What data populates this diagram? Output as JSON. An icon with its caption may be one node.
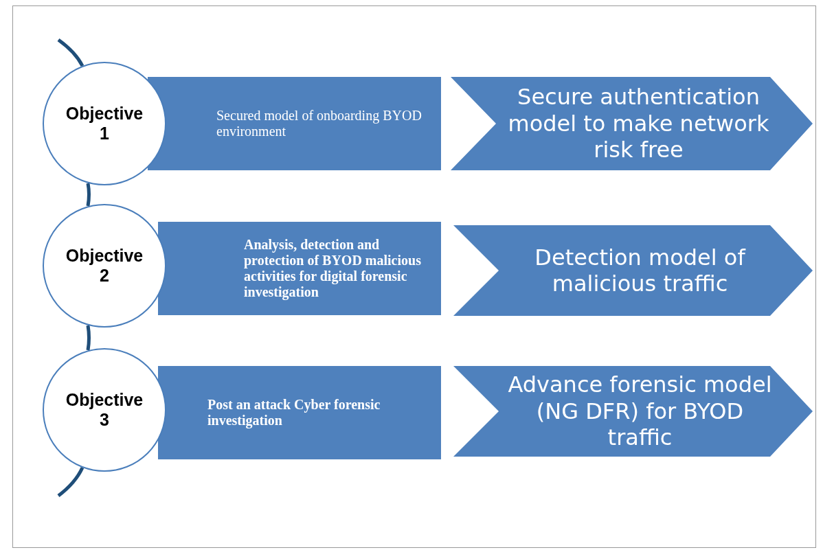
{
  "diagram": {
    "nodes": [
      {
        "text": [
          "Objective 1"
        ]
      },
      {
        "text": [
          "Secured model of onboarding BYOD environment"
        ]
      },
      {
        "text": [
          "Secure authentication model to make network risk free"
        ]
      },
      {
        "text": [
          "Objective 2"
        ]
      },
      {
        "text": [
          "Analysis, detection and protection of BYOD malicious activities for digital forensic investigation"
        ]
      },
      {
        "text": [
          "Detection model of malicious traffic"
        ]
      },
      {
        "text": [
          "Objective 3"
        ]
      },
      {
        "text": [
          "Post an attack Cyber forensic investigation"
        ]
      },
      {
        "text": [
          "Advance forensic model (NG DFR) for BYOD traffic"
        ]
      }
    ],
    "edges": [
      {
        "from": null,
        "to": 0,
        "arrow": "none"
      },
      {
        "from": 0,
        "to": 3,
        "arrow": "none"
      },
      {
        "from": 3,
        "to": 6,
        "arrow": "none"
      },
      {
        "from": 6,
        "to": null,
        "arrow": "none"
      }
    ]
  }
}
